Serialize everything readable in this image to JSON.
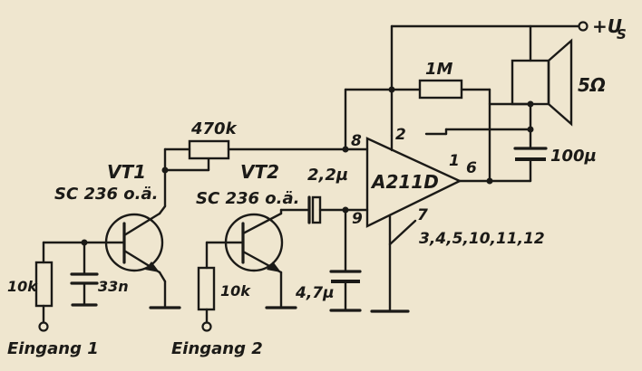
{
  "diagram": {
    "supply": {
      "label": "+U",
      "subscript": "S"
    },
    "speaker": {
      "impedance": "5Ω"
    },
    "ic": {
      "name": "A211D"
    },
    "pins": {
      "p8": "8",
      "p2": "2",
      "p1": "1",
      "p6": "6",
      "p9": "9",
      "p7": "7",
      "ground_pins": "3,4,5,10,11,12"
    },
    "components": {
      "r_feedback": "1M",
      "r_bias": "470k",
      "c_out": "100µ",
      "c_coupling": "2,2µ",
      "c_in2": "4,7µ",
      "c_in1": "33n",
      "r_in1": "10k",
      "r_in2": "10k"
    },
    "transistors": {
      "vt1": {
        "name": "VT1",
        "type": "SC 236 o.ä."
      },
      "vt2": {
        "name": "VT2",
        "type": "SC 236 o.ä."
      }
    },
    "inputs": {
      "in1": "Eingang 1",
      "in2": "Eingang 2"
    }
  }
}
